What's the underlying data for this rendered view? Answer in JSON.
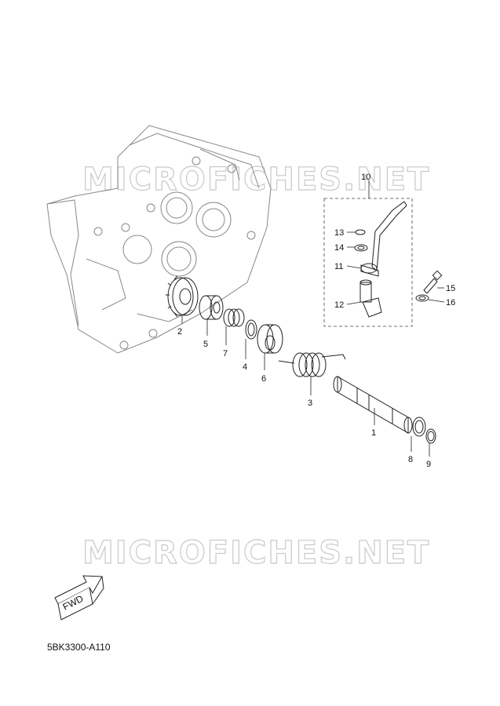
{
  "watermark": "MICROFICHES.NET",
  "fwd_label": "FWD",
  "diagram_code": "5BK3300-A110",
  "callouts": {
    "c1": "1",
    "c2": "2",
    "c3": "3",
    "c4": "4",
    "c5": "5",
    "c6": "6",
    "c7": "7",
    "c8": "8",
    "c9": "9",
    "c10": "10",
    "c11": "11",
    "c12": "12",
    "c13": "13",
    "c14": "14",
    "c15": "15",
    "c16": "16"
  }
}
